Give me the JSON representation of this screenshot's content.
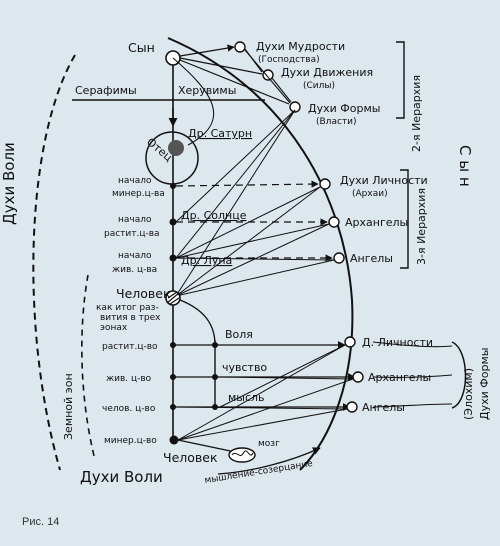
{
  "caption": "Рис. 14",
  "top": {
    "son": "Сын",
    "seraphim": "Серафимы",
    "cherubim": "Херувимы",
    "father": "Отец",
    "old_saturn": "Др. Сатурн",
    "wisdom_spirits": "Духи Мудрости",
    "wisdom_sub": "(Господства)",
    "motion_spirits": "Духи Движения",
    "motion_sub": "(Силы)",
    "form_spirits": "Духи Формы",
    "form_sub": "(Власти)",
    "hierarchy_2": "2-я Иерархия"
  },
  "middle": {
    "stage1_a": "начало",
    "stage1_b": "минер.ц-ва",
    "stage2_a": "начало",
    "stage2_b": "растит.ц-ва",
    "stage3_a": "начало",
    "stage3_b": "жив. ц-ва",
    "old_sun": "Др. Солнце",
    "old_moon": "Др. Луна",
    "personality_spirits": "Духи Личности",
    "personality_sub": "(Архаи)",
    "archangels": "Архангелы",
    "angels": "Ангелы",
    "hierarchy_3": "3-я Иерархия"
  },
  "lower": {
    "human": "Человек",
    "human_note_1": "как итог раз-",
    "human_note_2": "вития в трех",
    "human_note_3": "эонах",
    "will": "Воля",
    "feeling": "чувство",
    "thought": "мысль",
    "plant": "растит.ц-во",
    "animal": "жив. ц-во",
    "humankind": "челов. ц-во",
    "mineral": "минер.ц-во",
    "human_bottom": "Человек",
    "brain": "мозг",
    "thinking": "мышление-созерцание",
    "d_personality": "Д. Личности",
    "archangels": "Архангелы",
    "angels": "Ангелы",
    "elohim": "(Элохим)",
    "spirits_form_right": "Духи Формы",
    "earth_aeon": "Земной эон",
    "spirits_will_left": "Духи Воли",
    "spirits_will_bottom": "Духи Воли",
    "son_vertical": "С ы н"
  }
}
